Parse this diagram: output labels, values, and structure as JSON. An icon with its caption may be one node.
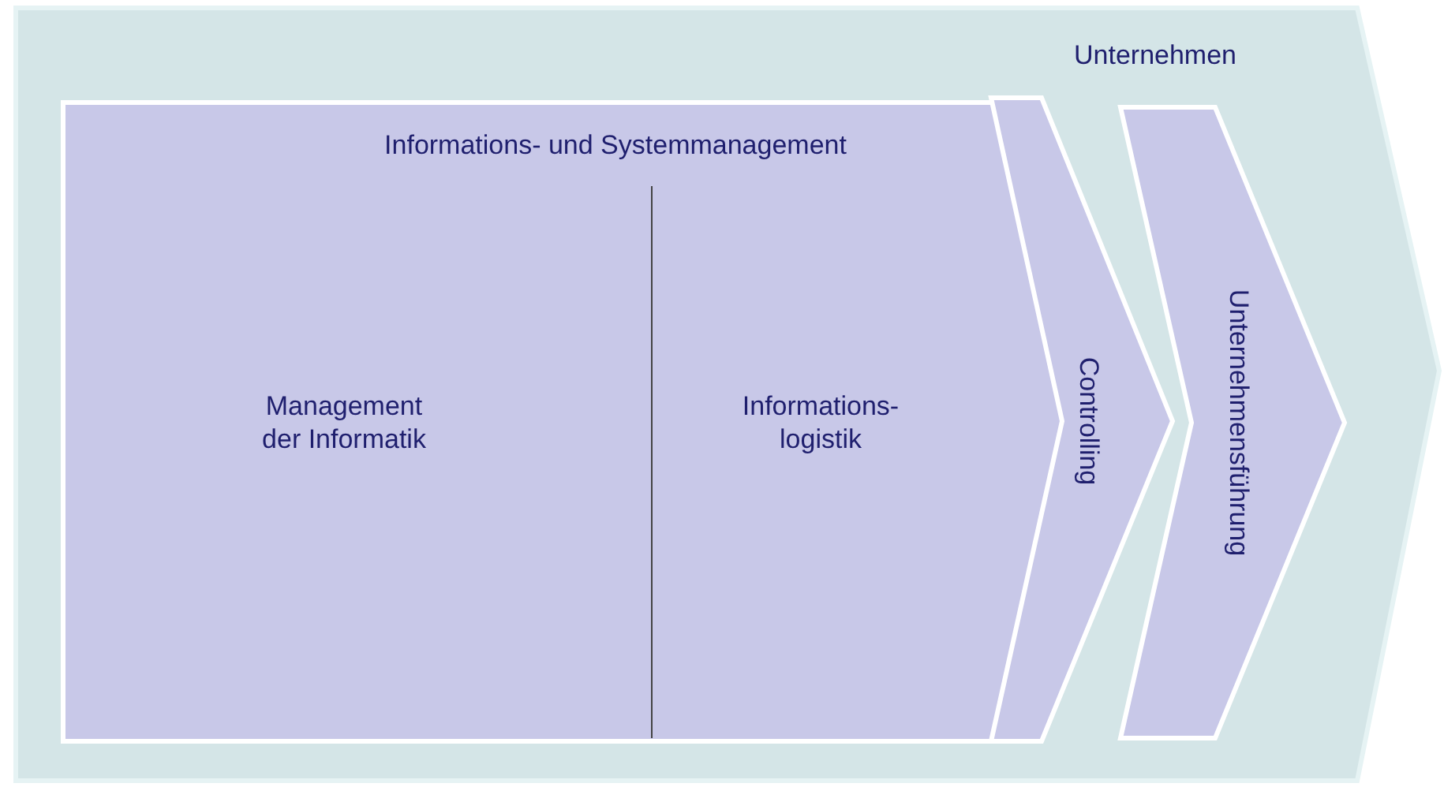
{
  "diagram": {
    "nodes": [
      {
        "text": [
          "Unternehmen"
        ]
      },
      {
        "text": [
          "Informations- und Systemmanagement"
        ],
        "in": 0
      },
      {
        "text": [
          "Management der Informatik"
        ],
        "in": 1
      },
      {
        "text": [
          "Informations- logistik"
        ],
        "in": 1
      },
      {
        "text": [
          "Controlling"
        ],
        "in": 0
      },
      {
        "text": [
          "Unternehmensführung"
        ],
        "in": 0
      }
    ]
  }
}
